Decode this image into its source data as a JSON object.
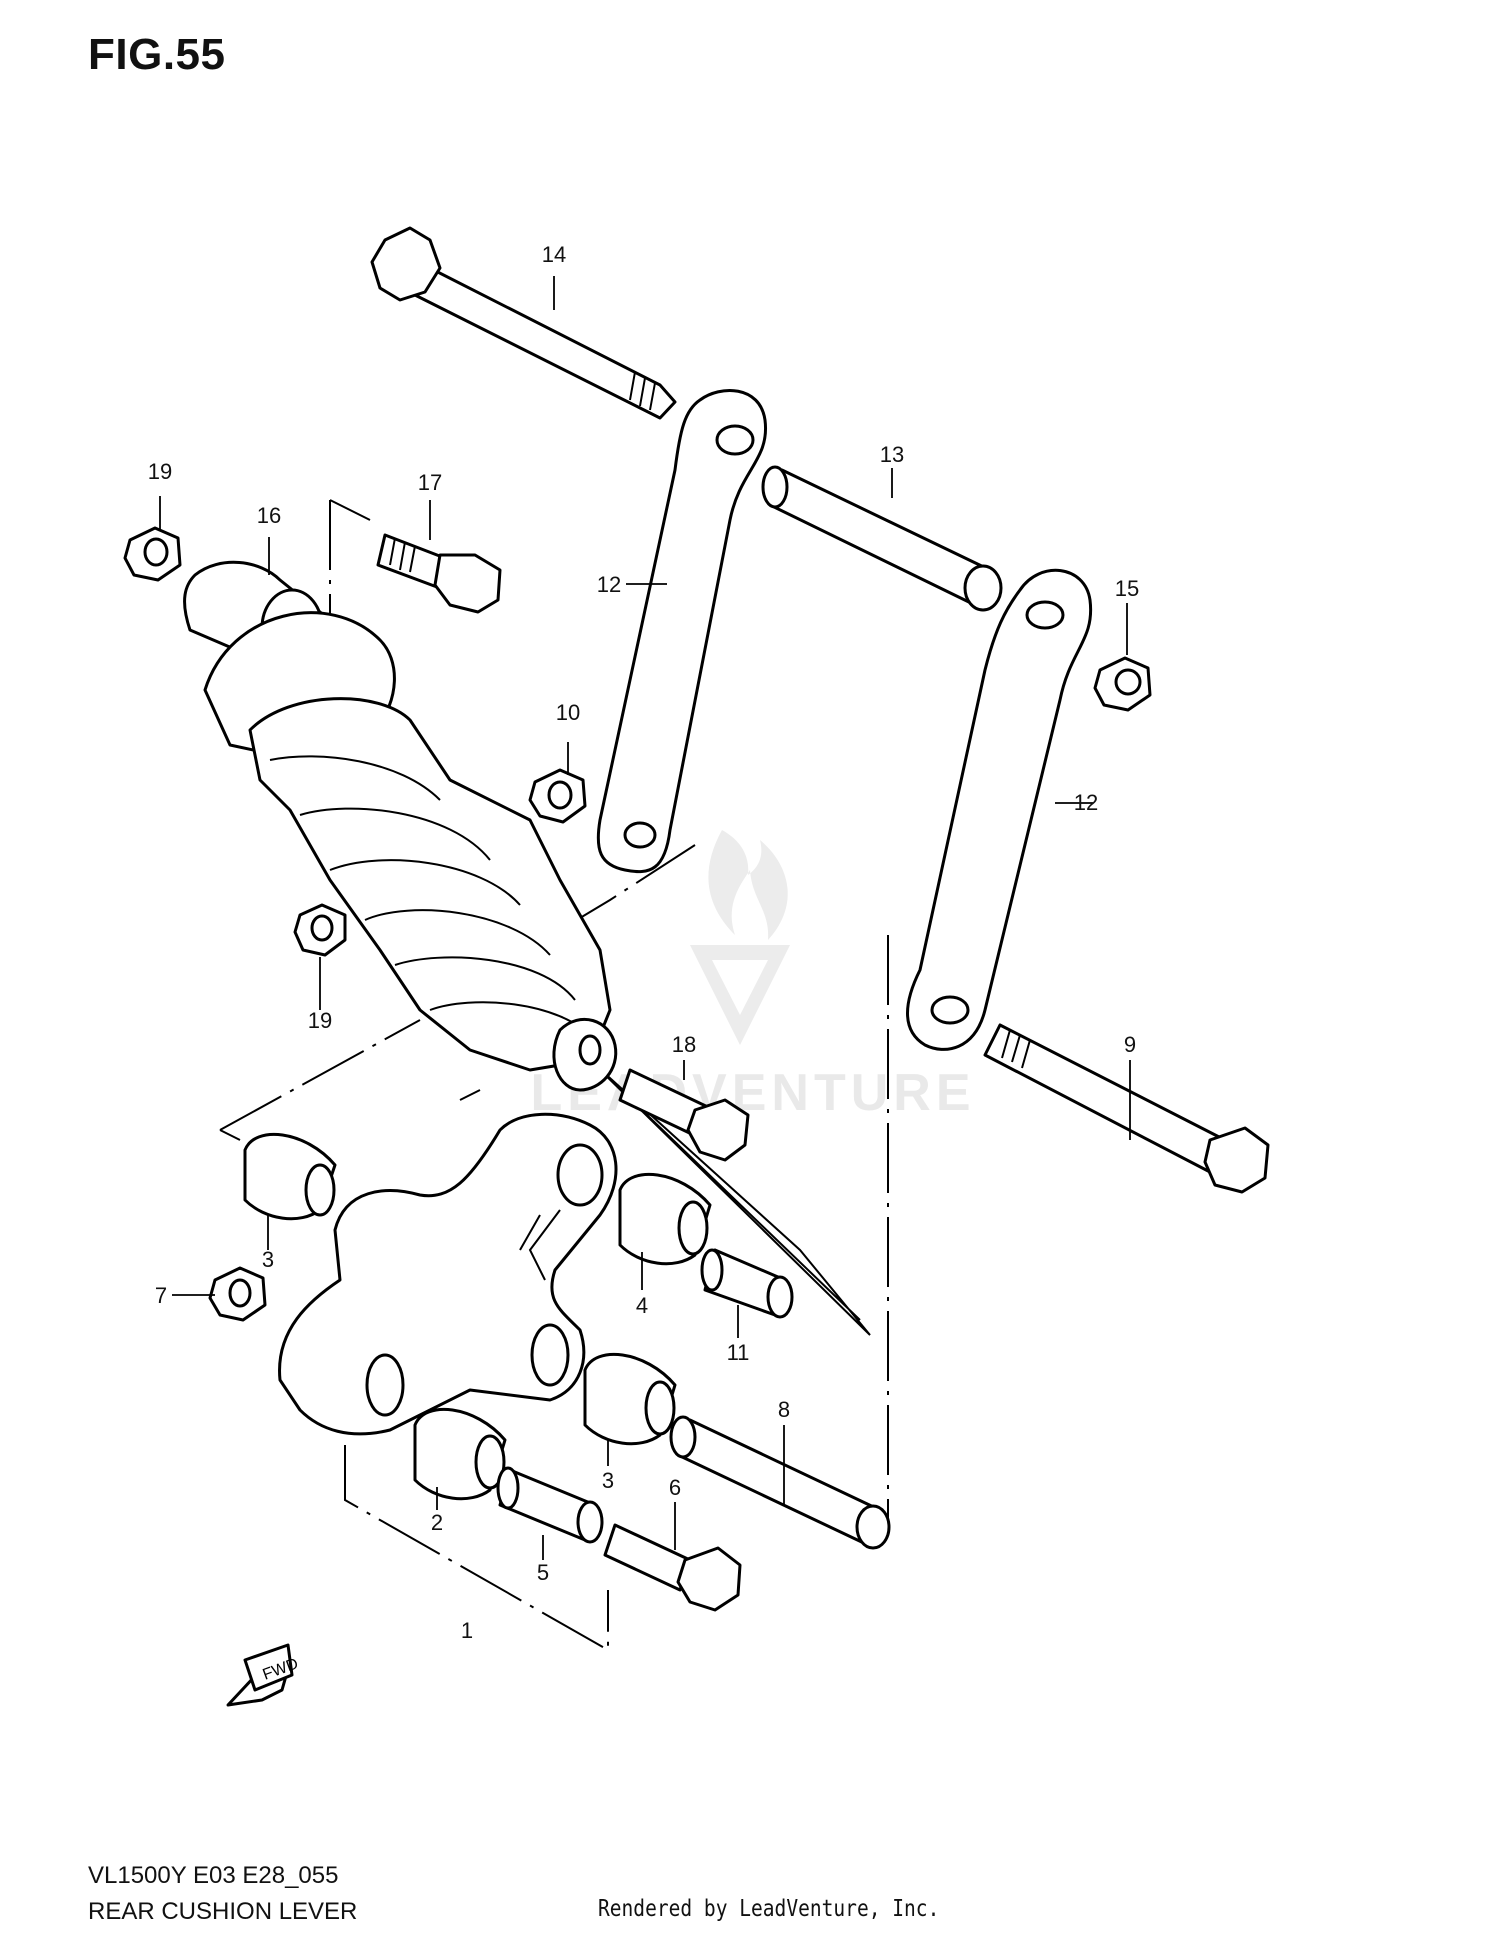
{
  "figure": {
    "title": "FIG.55",
    "model_code": "VL1500Y E03 E28_055",
    "name": "REAR CUSHION LEVER",
    "rendered_by": "Rendered by LeadVenture, Inc.",
    "watermark": "LEADVENTURE",
    "fwd_arrow": "FWD"
  },
  "callouts": {
    "c1": "1",
    "c2": "2",
    "c3a": "3",
    "c3b": "3",
    "c4": "4",
    "c5": "5",
    "c6": "6",
    "c7": "7",
    "c8": "8",
    "c9": "9",
    "c10": "10",
    "c11": "11",
    "c12a": "12",
    "c12b": "12",
    "c13": "13",
    "c14": "14",
    "c15": "15",
    "c16": "16",
    "c17": "17",
    "c18": "18",
    "c19a": "19",
    "c19b": "19"
  },
  "icons": {
    "watermark": "leadventure-flame-logo-icon",
    "direction": "fwd-arrow-icon"
  }
}
